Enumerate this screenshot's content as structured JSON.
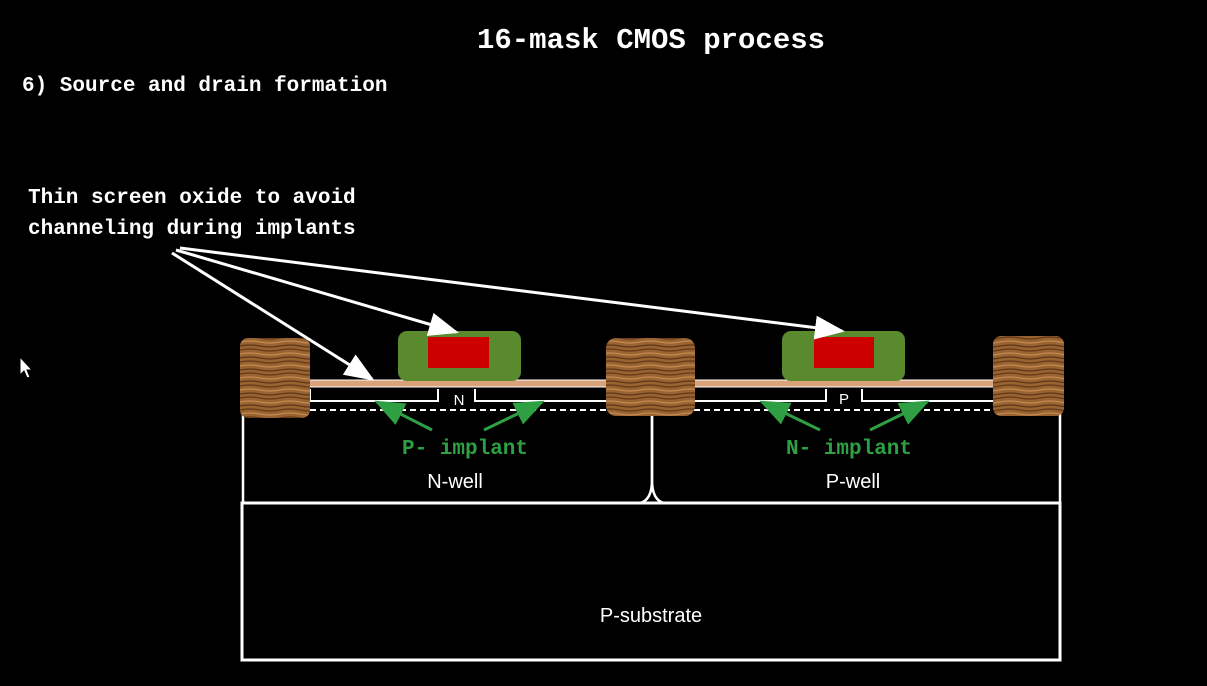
{
  "title": "16-mask CMOS process",
  "step_heading": "6) Source and drain formation",
  "annotation": {
    "line1": "Thin screen oxide to avoid",
    "line2": "channeling during implants"
  },
  "labels": {
    "nwell": "N-well",
    "pwell": "P-well",
    "substrate": "P-substrate",
    "p_implant": "P- implant",
    "n_implant": "N- implant",
    "n_contact": "N",
    "p_contact": "P"
  },
  "colors": {
    "background": "#000000",
    "outline": "#ffffff",
    "gate_poly": "#cc0000",
    "gate_spacer": "#5a8a2e",
    "implant_label": "#2ea043",
    "field_oxide": "#a8703a",
    "screen_oxide": "#d9a27a"
  }
}
